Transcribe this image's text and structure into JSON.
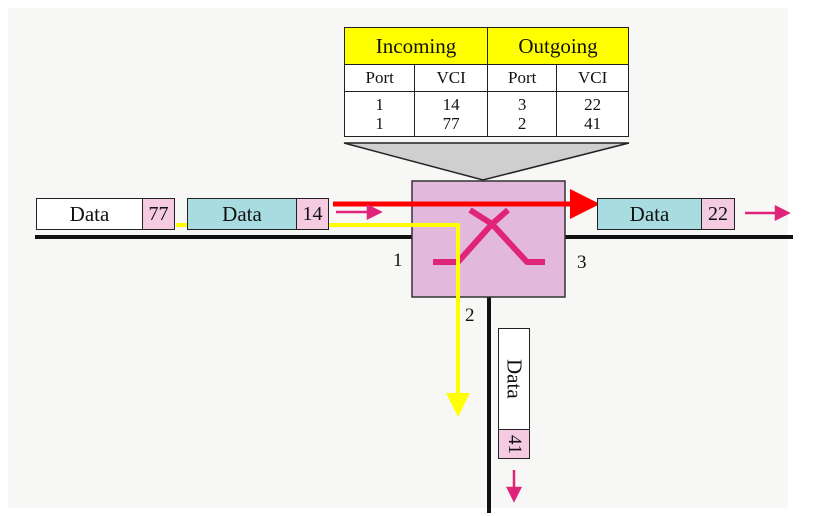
{
  "table": {
    "groups": {
      "incoming": "Incoming",
      "outgoing": "Outgoing"
    },
    "columns": [
      "Port",
      "VCI",
      "Port",
      "VCI"
    ],
    "rows": [
      [
        "1",
        "14",
        "3",
        "22"
      ],
      [
        "1",
        "77",
        "2",
        "41"
      ]
    ]
  },
  "ports": {
    "p1": "1",
    "p2": "2",
    "p3": "3"
  },
  "frames": {
    "in_first": {
      "data": "Data",
      "vci": "77"
    },
    "in_second": {
      "data": "Data",
      "vci": "14"
    },
    "out_port3": {
      "data": "Data",
      "vci": "22"
    },
    "out_port2": {
      "data": "Data",
      "vci": "41"
    }
  },
  "colors": {
    "yellow_header": "#ffff00",
    "data_blue": "#a8dce0",
    "vci_pink": "#f4cbe0",
    "switch_fill": "#e2b8dc",
    "switch_symbol": "#e0247a",
    "red_path": "#ff0000",
    "yellow_path": "#ffff00",
    "arrow_magenta": "#e0247a"
  }
}
